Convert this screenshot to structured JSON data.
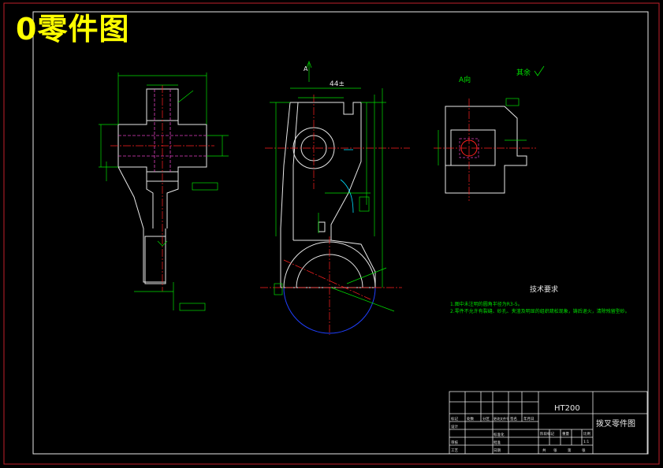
{
  "overlay_title": "0零件图",
  "colors": {
    "frame_red": "#c0202a",
    "border_white": "#e8e8e8",
    "dim_green": "#00e000",
    "center_line": "#ff2020",
    "hidden_magenta": "#e040c0",
    "cyan": "#00e0ff",
    "blue": "#2040ff",
    "title_yellow": "#ffff00"
  },
  "views": {
    "section_a_arrow_label": "A",
    "dim_top_middle": "44±",
    "view_a_label": "A向",
    "surface_finish_note": "其余",
    "notes_title": "技术要求",
    "note_1": "1.图中未注明的圆角半径为R3-5。",
    "note_2": "2.零件不允许有裂缝、砂孔、夹渣及明显的组织疏松现象，铸后退火，清除残留型砂。"
  },
  "title_block": {
    "material": "HT200",
    "part_name": "拨叉零件图",
    "row_labels": [
      "标记",
      "处数",
      "分区",
      "更改文件号",
      "签名",
      "年月日"
    ],
    "left_labels": [
      "设计",
      "标准化",
      "审核",
      "工艺"
    ],
    "right_labels": [
      "阶段标记",
      "重量",
      "比例"
    ],
    "bottom_labels": [
      "共",
      "张",
      "第",
      "张"
    ],
    "mid_labels": [
      "批准",
      "日期"
    ],
    "scale_text": "1:1"
  }
}
